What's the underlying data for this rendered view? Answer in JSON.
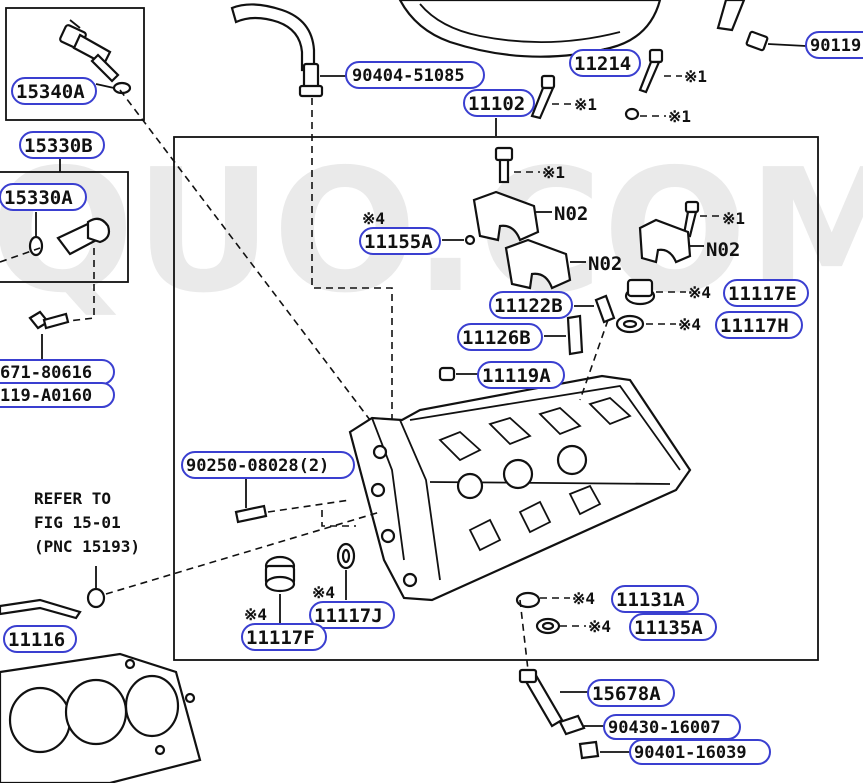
{
  "watermark": "QUO.COM",
  "labels": {
    "p15340A": "15340A",
    "p15330B": "15330B",
    "p15330A": "15330A",
    "p671_80616": "671-80616",
    "p119_A0160": "119-A0160",
    "p90404_51085": "90404-51085",
    "p11214": "11214",
    "p11102": "11102",
    "p90119": "90119",
    "p11155A": "11155A",
    "p11122B": "11122B",
    "p11117E": "11117E",
    "p11117H": "11117H",
    "p11126B": "11126B",
    "p11119A": "11119A",
    "p90250_08028": "90250-08028(2)",
    "p11131A": "11131A",
    "p11135A": "11135A",
    "p11117J": "11117J",
    "p11117F": "11117F",
    "p11116": "11116",
    "p15678A": "15678A",
    "p90430_16007": "90430-16007",
    "p90401_16039": "90401-16039"
  },
  "plain_labels": {
    "n02_a": "N02",
    "n02_b": "N02",
    "n02_c": "N02"
  },
  "notes": {
    "x1": "※1",
    "x4": "※4",
    "refer_line1": "REFER TO",
    "refer_line2": "FIG 15-01",
    "refer_line3": "(PNC 15193)"
  }
}
